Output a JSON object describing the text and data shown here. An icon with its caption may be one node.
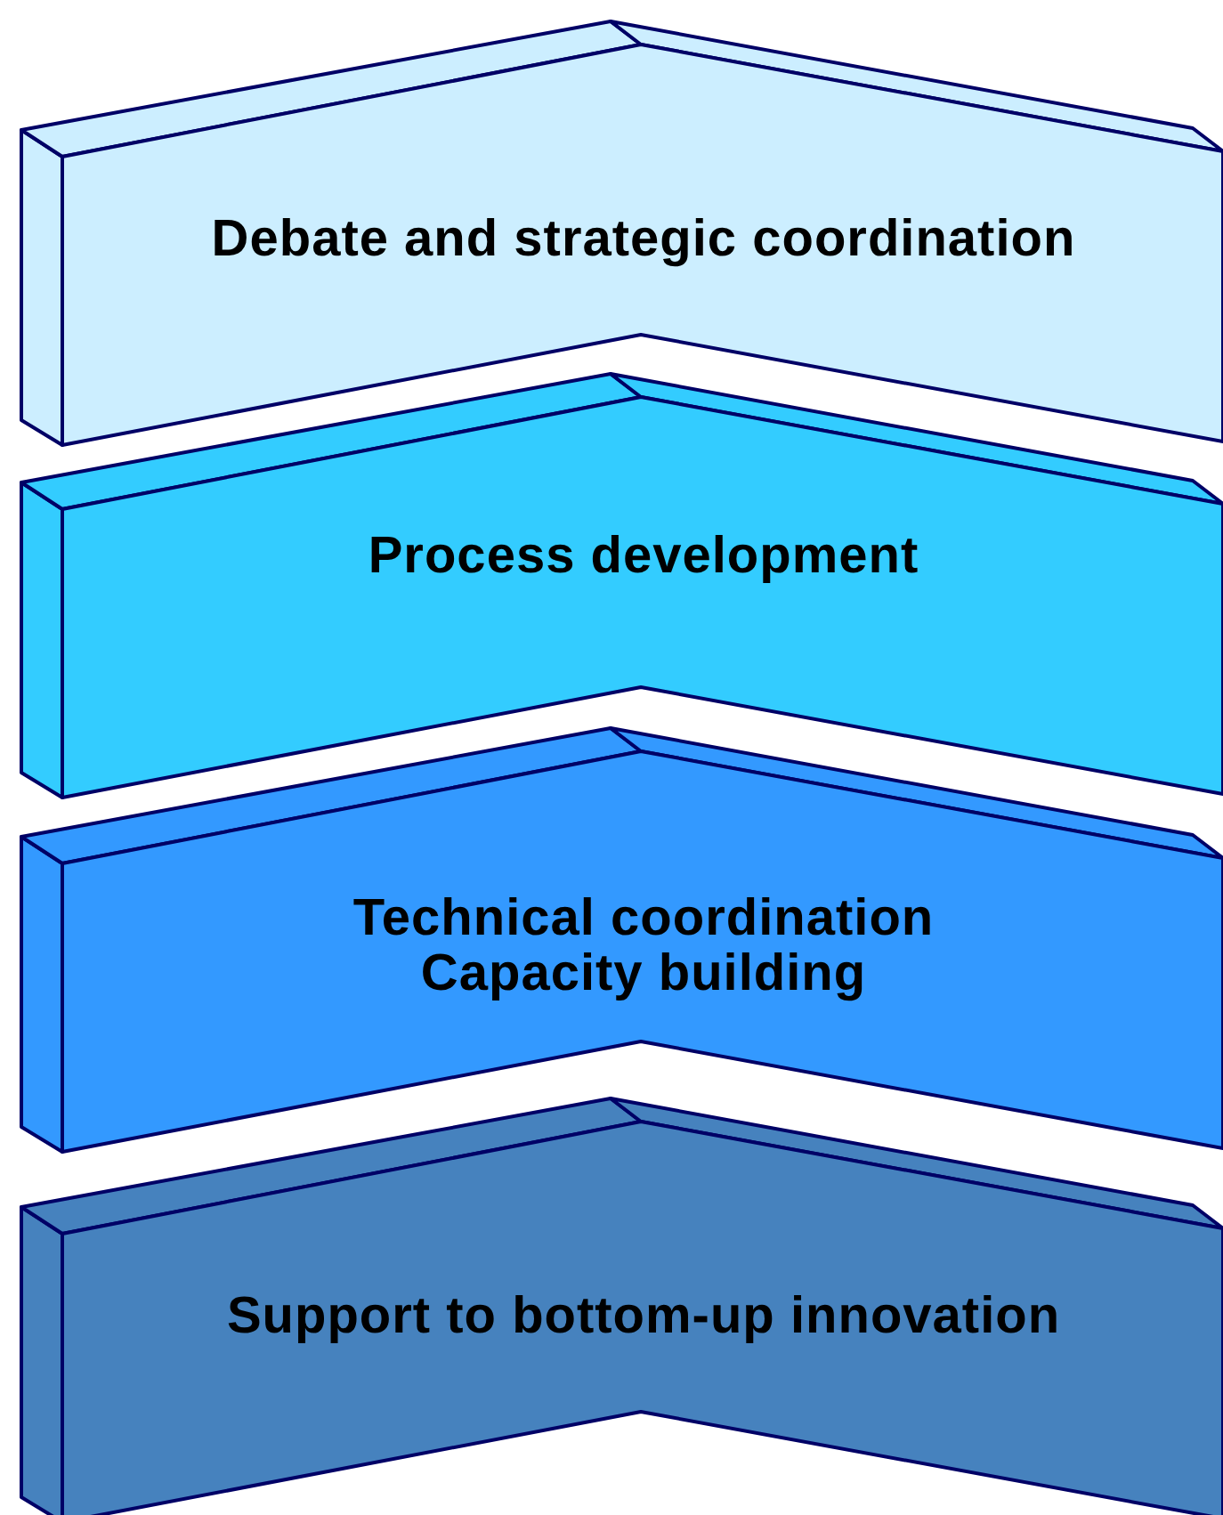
{
  "diagram": {
    "nodes": [
      {
        "text": [
          "Debate and strategic coordination"
        ]
      },
      {
        "text": [
          "Process development"
        ]
      },
      {
        "text": [
          "Technical coordination",
          "Capacity building"
        ]
      },
      {
        "text": [
          "Support to bottom-up innovation"
        ]
      }
    ]
  }
}
